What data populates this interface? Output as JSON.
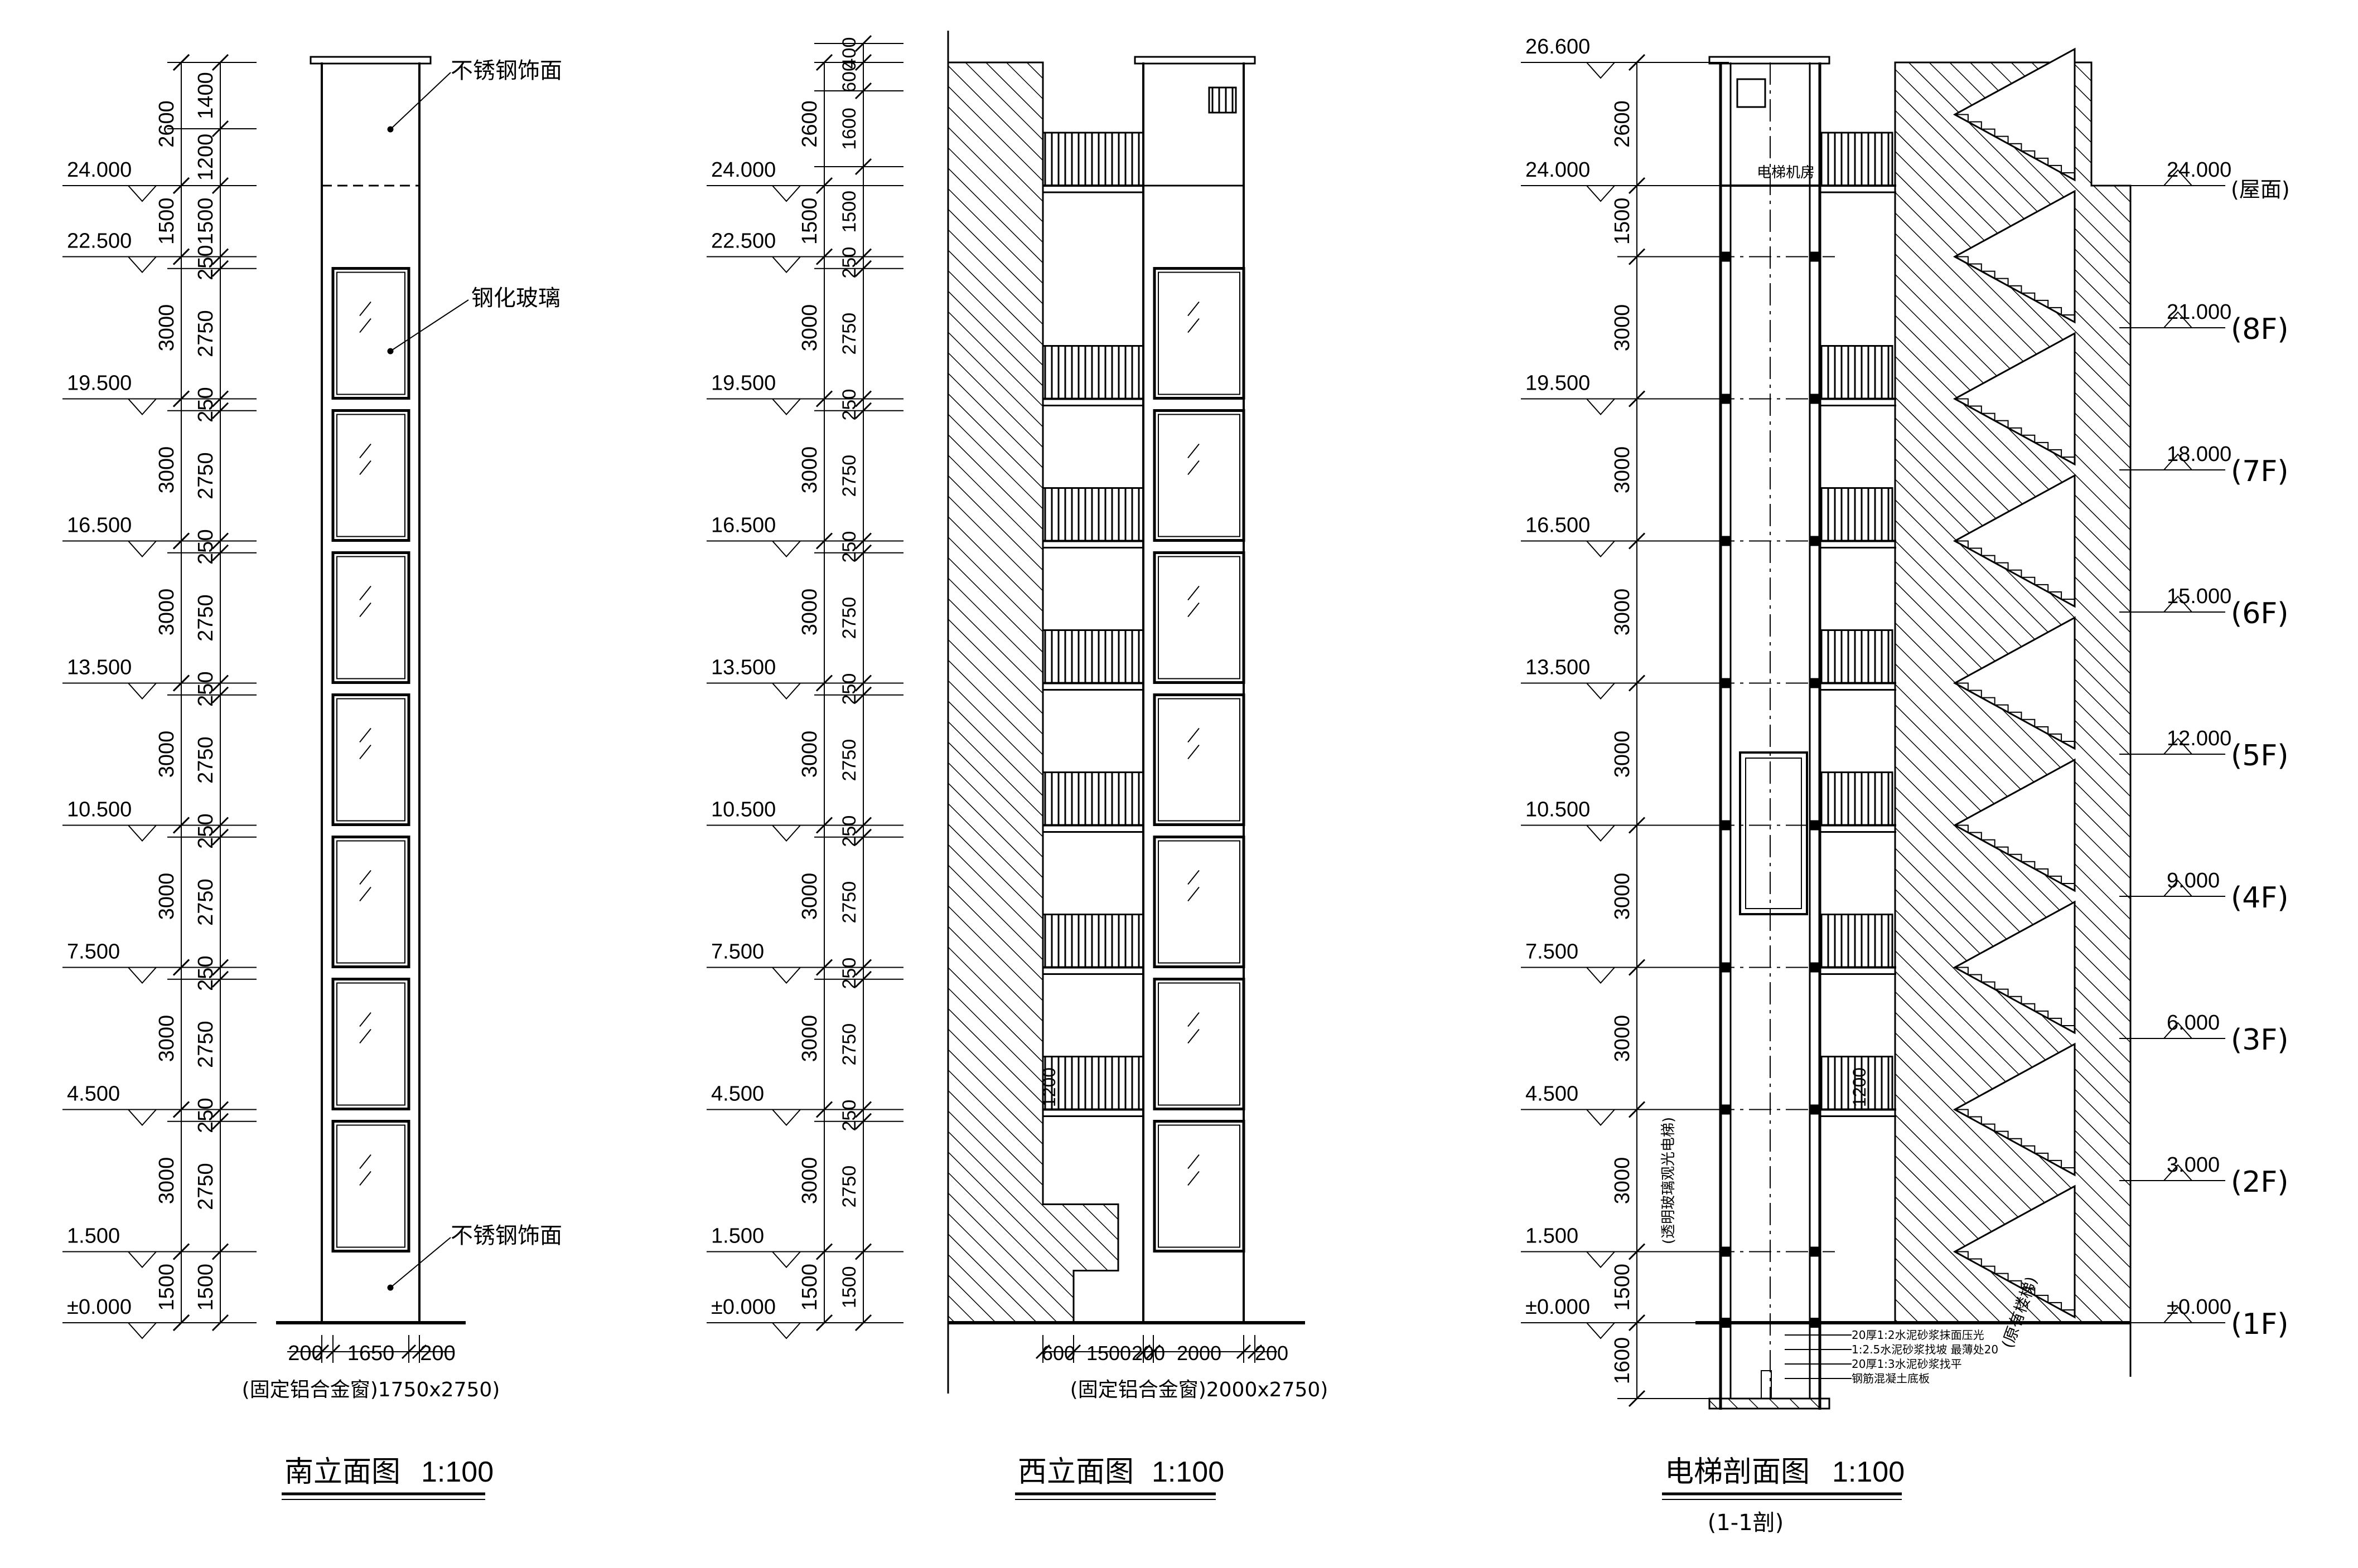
{
  "elev_labels": [
    "24.000",
    "22.500",
    "19.500",
    "16.500",
    "13.500",
    "10.500",
    "7.500",
    "4.500",
    "1.500",
    "±0.000"
  ],
  "section_left_labels": [
    "26.600",
    "24.000",
    "19.500",
    "16.500",
    "13.500",
    "10.500",
    "7.500",
    "4.500",
    "1.500",
    "±0.000"
  ],
  "section_right_labels": [
    "24.000",
    "21.000",
    "18.000",
    "15.000",
    "12.000",
    "9.000",
    "6.000",
    "3.000",
    "±0.000"
  ],
  "floor_tags": [
    "(屋面)",
    "(8F)",
    "(7F)",
    "(6F)",
    "(5F)",
    "(4F)",
    "(3F)",
    "(2F)",
    "(1F)"
  ],
  "south": {
    "title": "南立面图",
    "scale": "1:100",
    "note_top": "不锈钢饰面",
    "note_glass": "钢化玻璃",
    "note_bottom": "不锈钢饰面",
    "outer_dims": [
      "2600",
      "1500",
      "3000",
      "3000",
      "3000",
      "3000",
      "3000",
      "3000",
      "1500"
    ],
    "inner_dims": [
      "1400",
      "1200",
      "1500",
      "250",
      "2750",
      "250",
      "2750",
      "250",
      "2750",
      "250",
      "2750",
      "250",
      "2750",
      "250",
      "2750",
      "250",
      "2750",
      "1500"
    ],
    "bottom_dims": [
      "200",
      "1650",
      "200"
    ],
    "window_note": "(固定铝合金窗)1750x2750)"
  },
  "west": {
    "title": "西立面图",
    "scale": "1:100",
    "outer_dims": [
      "2600",
      "1500",
      "3000",
      "3000",
      "3000",
      "3000",
      "3000",
      "3000",
      "1500"
    ],
    "inner_dims": [
      "400",
      "600",
      "1600",
      "1500",
      "250",
      "2750",
      "250",
      "2750",
      "250",
      "2750",
      "250",
      "2750",
      "250",
      "2750",
      "250",
      "2750",
      "250",
      "2750",
      "1500"
    ],
    "bottom_dims": [
      "600",
      "1500",
      "200",
      "2000",
      "200"
    ],
    "rail_dim": "1200",
    "window_note": "(固定铝合金窗)2000x2750)"
  },
  "section": {
    "title": "电梯剖面图",
    "scale": "1:100",
    "subtitle": "(1-1剖)",
    "outer_dims": [
      "2600",
      "1500",
      "3000",
      "3000",
      "3000",
      "3000",
      "3000",
      "3000",
      "1500",
      "1600"
    ],
    "machine_room": "电梯机房",
    "shaft_note": "(透明玻璃观光电梯)",
    "stair_note": "(原有楼梯)",
    "rail_dim": "1200",
    "pit_notes": [
      "20厚1:2水泥砂浆抹面压光",
      "1:2.5水泥砂浆找坡 最薄处20",
      "20厚1:3水泥砂浆找平",
      "钢筋混凝土底板"
    ]
  }
}
